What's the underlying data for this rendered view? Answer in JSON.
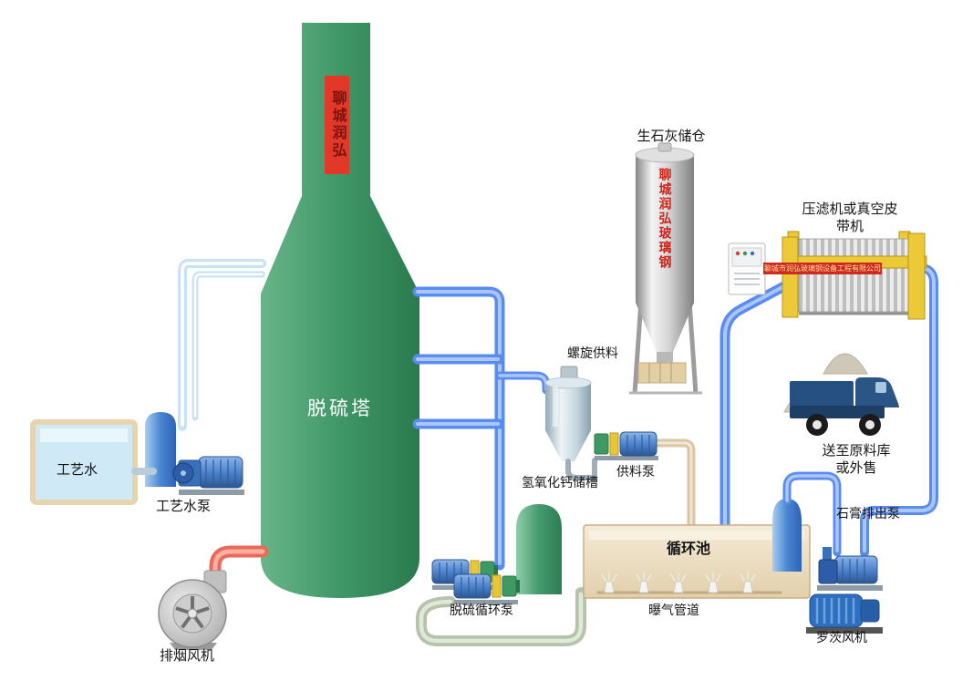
{
  "diagram": {
    "tower": {
      "badge": "聊城润弘",
      "name": "脱硫塔"
    },
    "silo": {
      "title": "生石灰储仓",
      "badge": "聊城润弘玻璃钢",
      "feeder": "螺旋供料"
    },
    "slurry": {
      "tank": "氢氧化钙储槽",
      "pump": "供料泵"
    },
    "press": {
      "title": "压滤机或真空皮带机",
      "banner": "聊城市润弘玻璃钢设备工程有限公司"
    },
    "truck": {
      "caption": "送至原料库\n或外售"
    },
    "water": {
      "tank": "工艺水",
      "pump": "工艺水泵"
    },
    "fan": {
      "caption": "排烟风机"
    },
    "pool": {
      "caption": "循环池",
      "aeration": "曝气管道",
      "pump": "脱硫循环泵"
    },
    "gypsum": {
      "pump": "石膏排出泵",
      "blower": "罗茨风机"
    },
    "colors": {
      "tower_green": "#3f9767",
      "pipe_blue": "#5a8cf0",
      "pipe_red": "#ea6a5a",
      "badge_red": "#d5281e",
      "frame_yellow": "#ecc937",
      "pool_beige": "#e9d8b8"
    }
  }
}
